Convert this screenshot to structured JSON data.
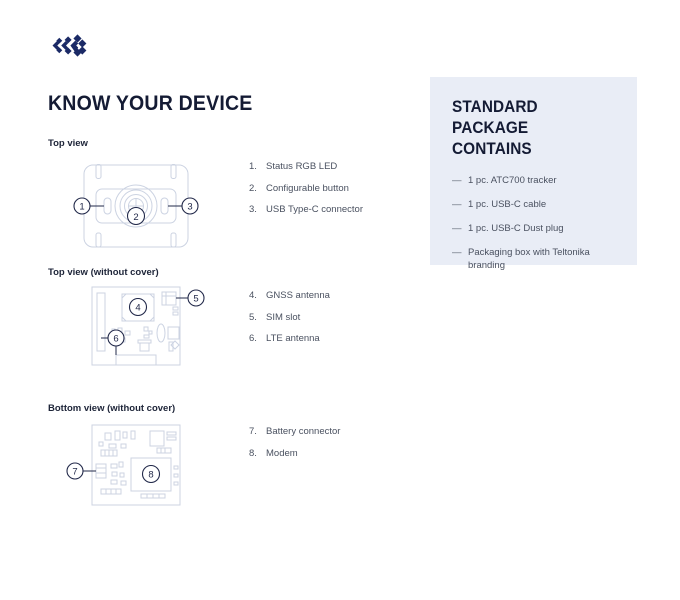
{
  "logo": {
    "name": "teltonika-logo",
    "color": "#1b2a66"
  },
  "page_title": "KNOW YOUR DEVICE",
  "sections": [
    {
      "heading": "Top view",
      "diagram": "device-top-view",
      "items": [
        {
          "num": "1.",
          "label": "Status RGB LED"
        },
        {
          "num": "2.",
          "label": "Configurable button"
        },
        {
          "num": "3.",
          "label": "USB Type-C connector"
        }
      ]
    },
    {
      "heading": "Top view (without cover)",
      "diagram": "pcb-top-view",
      "items": [
        {
          "num": "4.",
          "label": "GNSS antenna"
        },
        {
          "num": "5.",
          "label": "SIM slot"
        },
        {
          "num": "6.",
          "label": "LTE antenna"
        }
      ]
    },
    {
      "heading": "Bottom view (without cover)",
      "diagram": "pcb-bottom-view",
      "items": [
        {
          "num": "7.",
          "label": "Battery connector"
        },
        {
          "num": "8.",
          "label": "Modem"
        }
      ]
    }
  ],
  "callouts": {
    "one": "1",
    "two": "2",
    "three": "3",
    "four": "4",
    "five": "5",
    "six": "6",
    "seven": "7",
    "eight": "8"
  },
  "package": {
    "title": "STANDARD PACKAGE CONTAINS",
    "title_line1": "STANDARD PACKAGE",
    "title_line2": "CONTAINS",
    "bullet": "—",
    "items": [
      "1 pc. ATC700 tracker",
      "1 pc. USB-C cable",
      "1 pc. USB-C Dust plug",
      "Packaging box with Teltonika branding"
    ],
    "background": "#e9edf6"
  },
  "colors": {
    "navy": "#141b34",
    "logo_navy": "#1b2a66",
    "body_text": "#4a5160",
    "line": "#c9d0e0",
    "panel": "#e9edf6"
  }
}
